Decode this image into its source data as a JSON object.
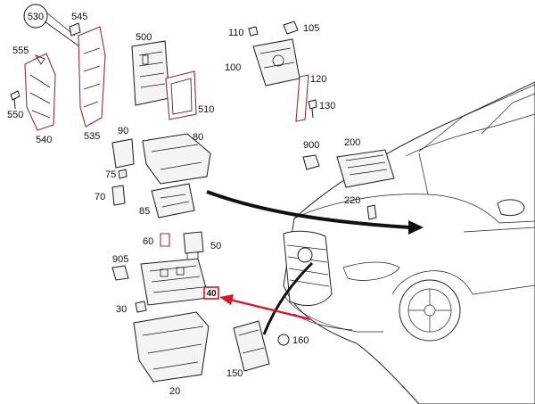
{
  "labels": {
    "l530": "530",
    "l545": "545",
    "l555": "555",
    "l550": "550",
    "l540": "540",
    "l535": "535",
    "l500": "500",
    "l510": "510",
    "l110": "110",
    "l105": "105",
    "l100": "100",
    "l120": "120",
    "l130": "130",
    "l90": "90",
    "l80": "80",
    "l900": "900",
    "l200": "200",
    "l75": "75",
    "l70": "70",
    "l85": "85",
    "l220": "220",
    "l60": "60",
    "l50": "50",
    "l905": "905",
    "l40": "40",
    "l30": "30",
    "l160": "160",
    "l150": "150",
    "l20": "20"
  },
  "colors": {
    "highlight_red": "#e0101e",
    "part_outline_red": "#9a2a3a",
    "line_black": "#1a1a1a"
  }
}
